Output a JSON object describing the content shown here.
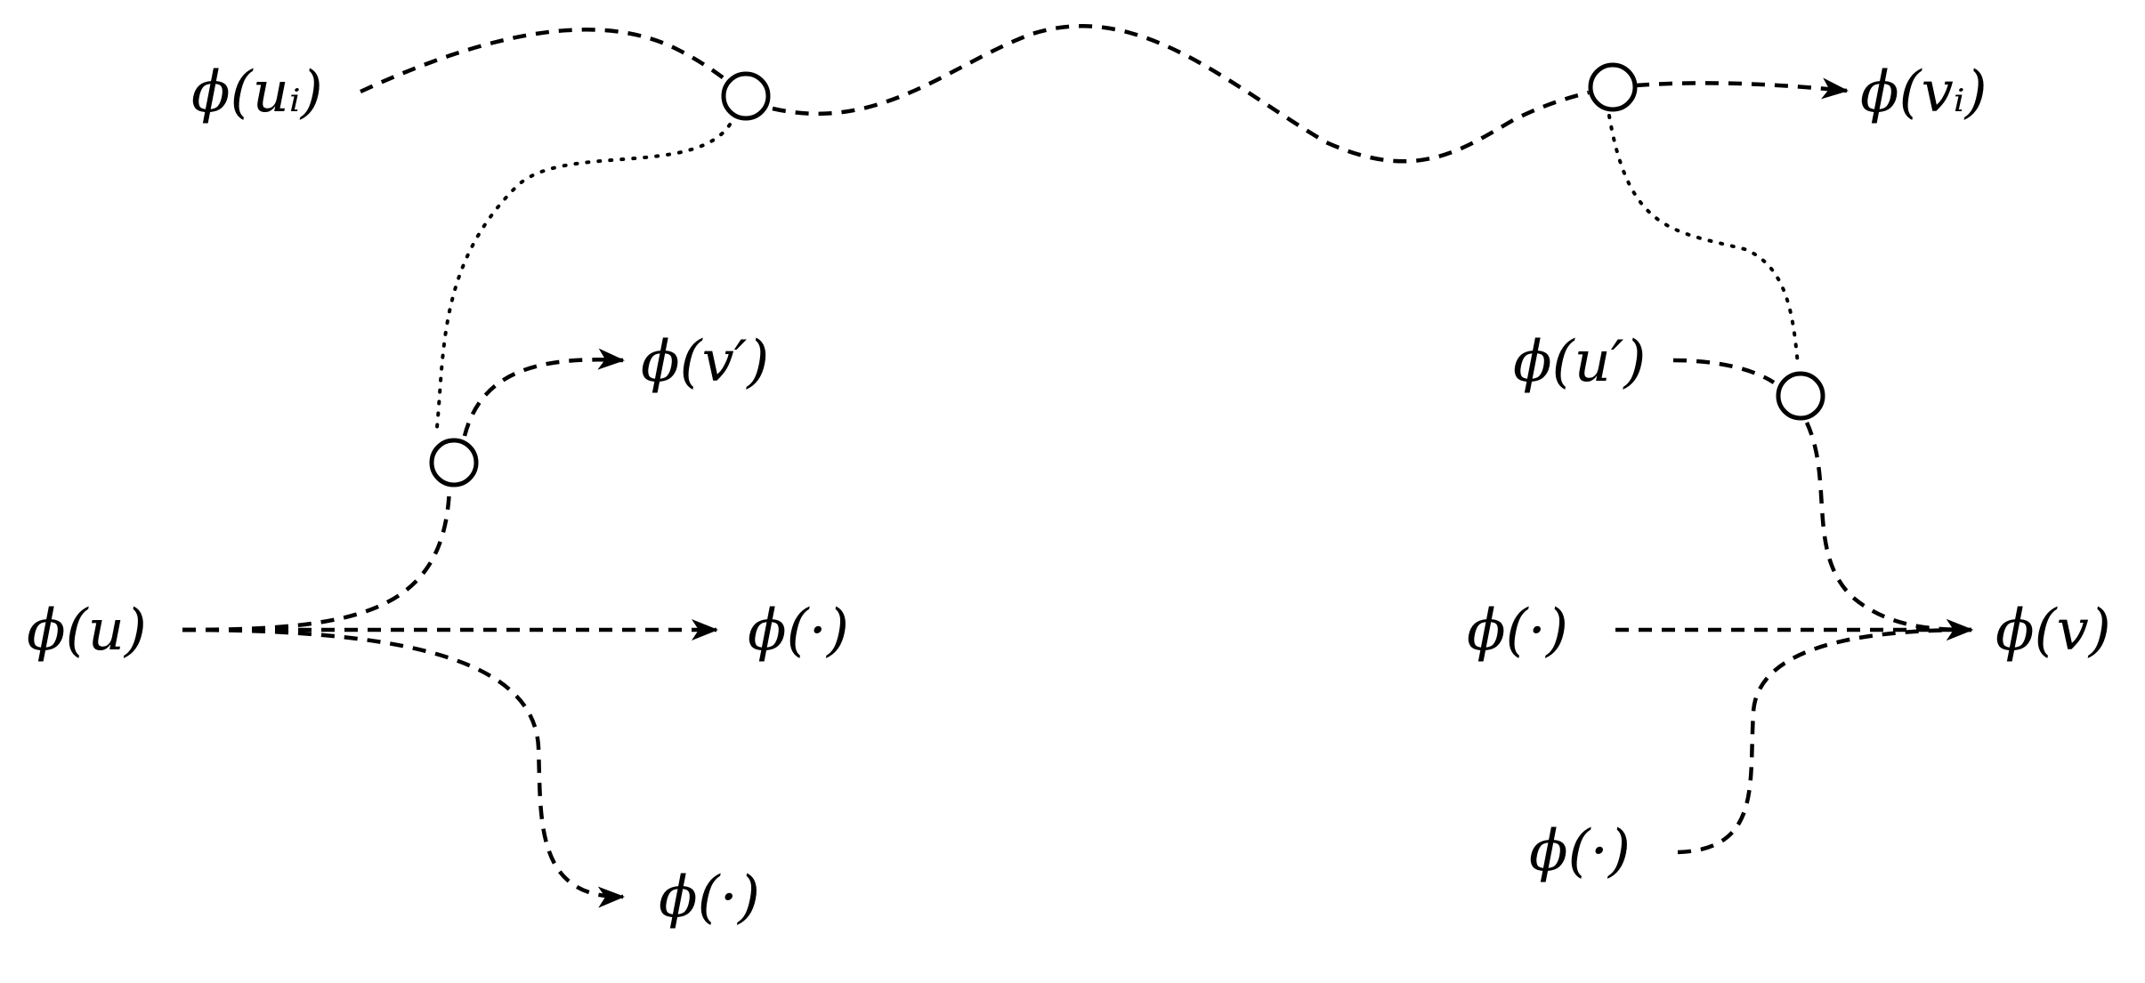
{
  "diagram": {
    "labels": {
      "phi_ui": "ϕ(uᵢ)",
      "phi_vi": "ϕ(vᵢ)",
      "phi_vprime": "ϕ(v′)",
      "phi_uprime": "ϕ(u′)",
      "phi_u": "ϕ(u)",
      "phi_v": "ϕ(v)",
      "phi_dot_mid_left": "ϕ(·)",
      "phi_dot_bottom_left": "ϕ(·)",
      "phi_dot_mid_right": "ϕ(·)",
      "phi_dot_bottom_right": "ϕ(·)"
    },
    "colors": {
      "stroke": "#000000",
      "node_fill": "#ffffff"
    }
  }
}
